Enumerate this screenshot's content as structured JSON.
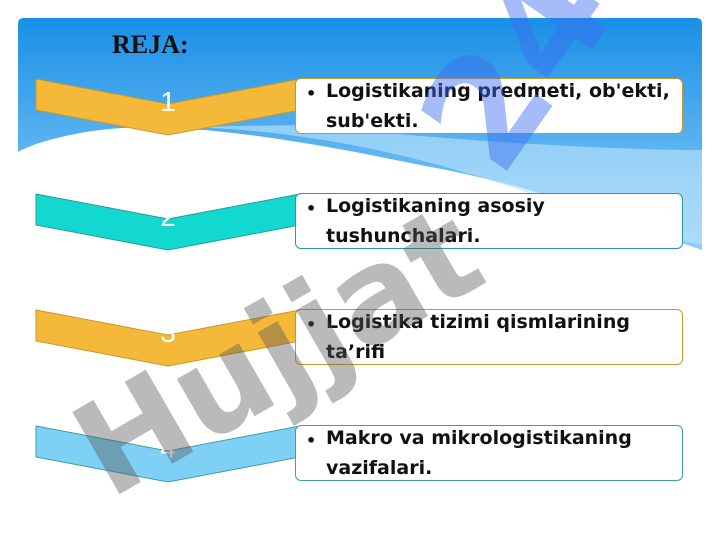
{
  "slide": {
    "title": "REJA:",
    "items": [
      {
        "number": "1",
        "text": "Logistikaning predmeti, ob'ekti, sub'ekti.",
        "color": "#f5b93a",
        "border": "#c9972a"
      },
      {
        "number": "2",
        "text": "Logistikaning asosiy tushunchalari.",
        "color": "#12d8d0",
        "border": "#2a9b97"
      },
      {
        "number": "3",
        "text": "Logistika tizimi qismlarining ta’rifi",
        "color": "#f5b93a",
        "border": "#c9972a"
      },
      {
        "number": "4",
        "text": "Makro va mikrologistikaning vazifalari.",
        "color": "#7fd0f5",
        "border": "#3ea0a0"
      }
    ],
    "bullet": "•"
  },
  "watermark": {
    "text": "Hujjat",
    "mark": "24"
  }
}
